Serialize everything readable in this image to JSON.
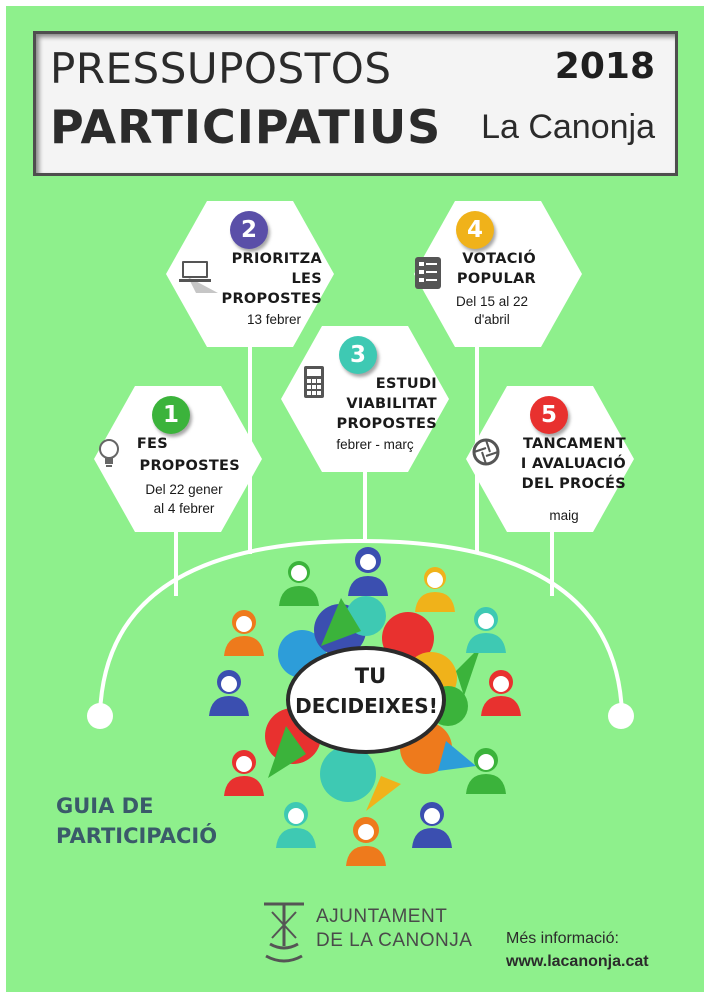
{
  "header": {
    "title_line1": "PRESSUPOSTOS",
    "title_line2": "PARTICIPATIUS",
    "year": "2018",
    "place": "La Canonja"
  },
  "steps": [
    {
      "number": "1",
      "lines": [
        "FES",
        "PROPOSTES"
      ],
      "dates": [
        "Del 22 gener",
        "al 4 febrer"
      ],
      "color": "#3bb33b",
      "icon": "lightbulb-icon"
    },
    {
      "number": "2",
      "lines": [
        "PRIORITZA",
        "LES",
        "PROPOSTES"
      ],
      "dates": [
        "13 febrer"
      ],
      "color": "#5a4fa8",
      "icon": "laptop-icon"
    },
    {
      "number": "3",
      "lines": [
        "ESTUDI",
        "VIABILITAT",
        "PROPOSTES"
      ],
      "dates": [
        "febrer - març"
      ],
      "color": "#3ec9b3",
      "icon": "calculator-icon"
    },
    {
      "number": "4",
      "lines": [
        "VOTACIÓ",
        "POPULAR"
      ],
      "dates": [
        "Del 15 al 22",
        "d'abril"
      ],
      "color": "#f0b21a",
      "icon": "ballot-list-icon"
    },
    {
      "number": "5",
      "lines": [
        "TANCAMENT",
        "I AVALUACIÓ",
        "DEL PROCÉS"
      ],
      "dates": [
        "maig"
      ],
      "color": "#e8312f",
      "icon": "aperture-icon"
    }
  ],
  "center": {
    "line1": "TU",
    "line2": "DECIDEIXES!"
  },
  "guide": {
    "line1": "GUIA DE",
    "line2": "PARTICIPACIÓ"
  },
  "footer": {
    "org_line1": "AJUNTAMENT",
    "org_line2": "DE LA CANONJA",
    "info_label": "Més informació:",
    "website": "www.lacanonja.cat"
  },
  "colors": {
    "background": "#8ef08c",
    "green": "#3bb33b",
    "purple": "#5a4fa8",
    "teal": "#3ec9b3",
    "orange": "#f0b21a",
    "red": "#e8312f",
    "blue": "#3b4fb0"
  }
}
